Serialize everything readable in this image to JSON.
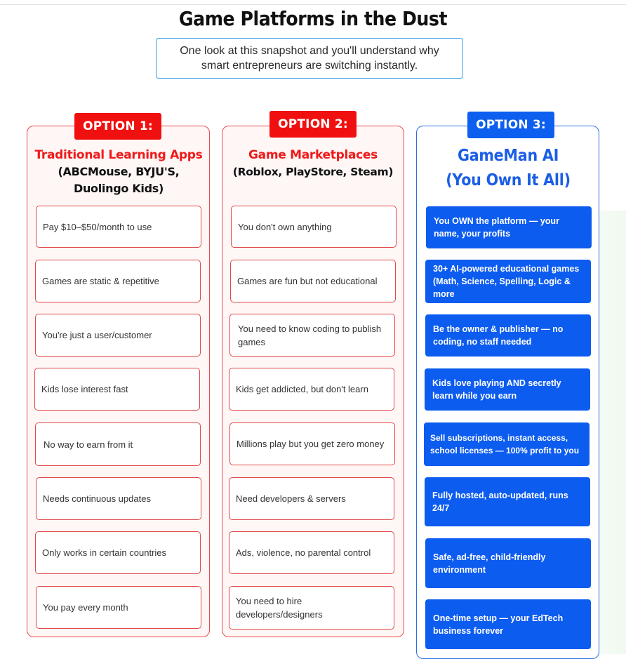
{
  "page": {
    "title": "Game Platforms in the Dust",
    "subtitle": "One look at this snapshot and you'll understand why smart entrepreneurs are switching instantly."
  },
  "colors": {
    "red": "#f01010",
    "blue": "#0d5fef",
    "red_border": "#e64a4a"
  },
  "options": [
    {
      "badge": "OPTION 1:",
      "heading": "Traditional Learning Apps",
      "subheading": "(ABCMouse, BYJU'S, Duolingo Kids)",
      "items": [
        "Pay $10–$50/month to use",
        "Games are static & repetitive",
        "You're just a user/customer",
        "Kids lose interest fast",
        "No way to earn from it",
        "Needs continuous updates",
        "Only works in certain countries",
        "You pay every month"
      ]
    },
    {
      "badge": "OPTION 2:",
      "heading": "Game Marketplaces",
      "subheading": "(Roblox, PlayStore, Steam)",
      "items": [
        "You don't own anything",
        "Games are fun but not educational",
        "You need to know coding to publish games",
        "Kids get addicted, but don't learn",
        "Millions play but you get zero money",
        "Need developers & servers",
        "Ads, violence, no parental control",
        "You need to hire developers/designers"
      ]
    },
    {
      "badge": "OPTION 3:",
      "heading": "GameMan AI",
      "subheading": "(You Own It All)",
      "items": [
        "You OWN the platform — your name, your profits",
        "30+ AI-powered educational games (Math, Science, Spelling, Logic & more",
        "Be the owner & publisher — no coding, no staff needed",
        "Kids love playing AND secretly learn while you earn",
        "Sell subscriptions, instant access, school licenses — 100% profit to you",
        "Fully hosted, auto-updated, runs 24/7",
        "Safe, ad-free, child-friendly environment",
        "One-time setup — your EdTech business forever"
      ]
    }
  ]
}
